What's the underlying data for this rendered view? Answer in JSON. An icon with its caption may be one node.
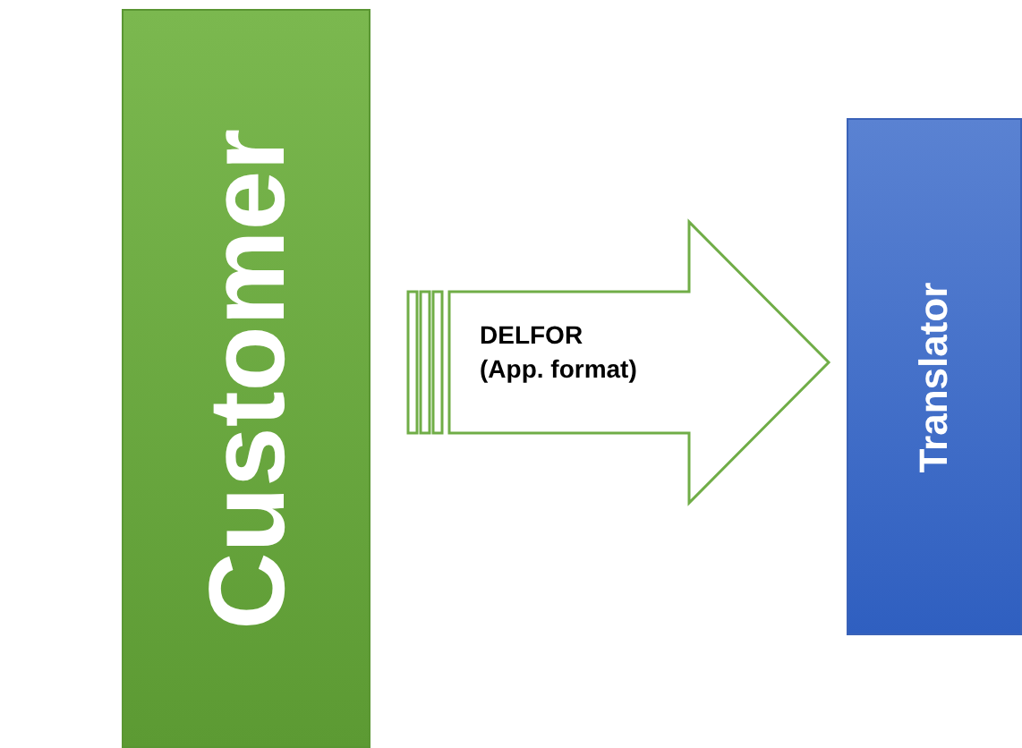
{
  "diagram": {
    "nodes": [
      {
        "text": [
          "Customer"
        ]
      },
      {
        "text": [
          "Translator"
        ]
      }
    ],
    "edges": [
      {
        "from": 0,
        "to": 1,
        "arrow": "to",
        "label": "DELFOR (App. format)"
      }
    ]
  }
}
